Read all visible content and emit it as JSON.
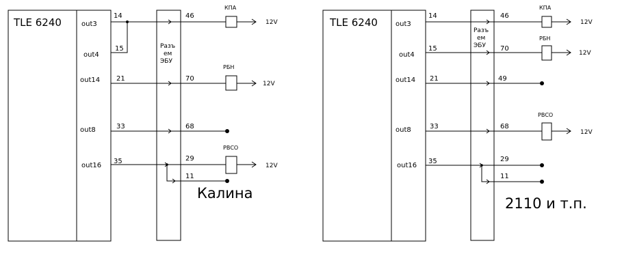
{
  "left": {
    "chip": "TLE 6240",
    "pins": {
      "out3": "out3",
      "out4": "out4",
      "out14": "out14",
      "out8": "out8",
      "out16": "out16"
    },
    "wires": {
      "w14": "14",
      "w15": "15",
      "w21": "21",
      "w33": "33",
      "w35": "35"
    },
    "connector_label": [
      "Разъ",
      "ем",
      "ЭБУ"
    ],
    "terminals": {
      "t46": "46",
      "t70": "70",
      "t68": "68",
      "t29": "29",
      "t11": "11"
    },
    "components": {
      "kpa": "КПА",
      "rbn": "РБН",
      "rvso": "РВСО"
    },
    "voltage": "12V",
    "caption": "Калина"
  },
  "right": {
    "chip": "TLE 6240",
    "pins": {
      "out3": "out3",
      "out4": "out4",
      "out14": "out14",
      "out8": "out8",
      "out16": "out16"
    },
    "wires": {
      "w14": "14",
      "w15": "15",
      "w21": "21",
      "w33": "33",
      "w35": "35"
    },
    "connector_label": [
      "Разъ",
      "ем",
      "ЭБУ"
    ],
    "terminals": {
      "t46": "46",
      "t70": "70",
      "t49": "49",
      "t68": "68",
      "t29": "29",
      "t11": "11"
    },
    "components": {
      "kpa": "КПА",
      "rbn": "РБН",
      "rvso": "РВСО"
    },
    "voltage": "12V",
    "caption": "2110 и т.п."
  }
}
